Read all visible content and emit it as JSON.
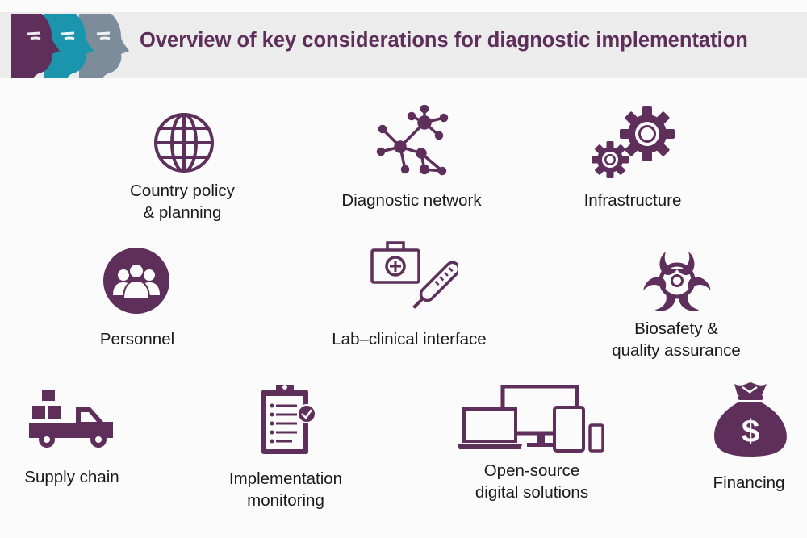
{
  "title": "Overview of key considerations for diagnostic implementation",
  "colors": {
    "accent": "#5d2f5a",
    "header_bg": "#ececec",
    "face_teal": "#1b95ad",
    "face_gray": "#7c8c9b"
  },
  "items": [
    {
      "id": "country-policy",
      "icon": "globe-icon",
      "line1": "Country policy",
      "line2": "& planning"
    },
    {
      "id": "diagnostic-network",
      "icon": "network-icon",
      "line1": "Diagnostic network",
      "line2": ""
    },
    {
      "id": "infrastructure",
      "icon": "gears-icon",
      "line1": "Infrastructure",
      "line2": ""
    },
    {
      "id": "personnel",
      "icon": "people-icon",
      "line1": "Personnel",
      "line2": ""
    },
    {
      "id": "lab-clinical",
      "icon": "medkit-thermometer-icon",
      "line1": "Lab–clinical interface",
      "line2": ""
    },
    {
      "id": "biosafety",
      "icon": "biohazard-icon",
      "line1": "Biosafety &",
      "line2": "quality assurance"
    },
    {
      "id": "supply-chain",
      "icon": "delivery-truck-icon",
      "line1": "Supply chain",
      "line2": ""
    },
    {
      "id": "implementation-monitoring",
      "icon": "clipboard-checklist-icon",
      "line1": "Implementation",
      "line2": "monitoring"
    },
    {
      "id": "digital-solutions",
      "icon": "devices-icon",
      "line1": "Open-source",
      "line2": "digital solutions"
    },
    {
      "id": "financing",
      "icon": "money-bag-icon",
      "line1": "Financing",
      "line2": ""
    }
  ]
}
